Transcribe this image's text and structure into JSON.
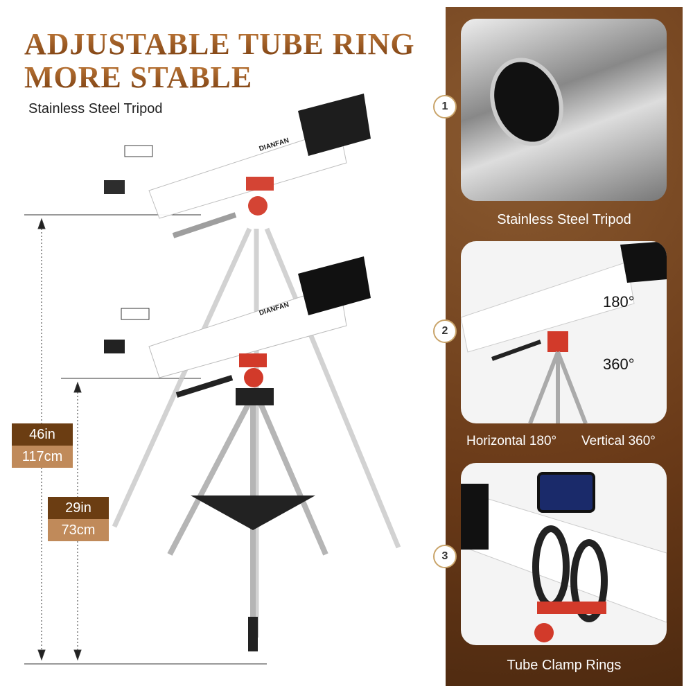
{
  "headline": {
    "line1": "ADJUSTABLE TUBE RING",
    "line2": "MORE STABLE"
  },
  "subtitle": "Stainless Steel Tripod",
  "brand": "DIANFAN",
  "dimensions": [
    {
      "inches": "46in",
      "cm": "117cm"
    },
    {
      "inches": "29in",
      "cm": "73cm"
    }
  ],
  "features": [
    {
      "number": "1",
      "caption": "Stainless Steel Tripod"
    },
    {
      "number": "2",
      "caption_left": "Horizontal 180°",
      "caption_right": "Vertical 360°",
      "angle_top": "180°",
      "angle_bottom": "360°"
    },
    {
      "number": "3",
      "caption": "Tube Clamp Rings"
    }
  ],
  "colors": {
    "accent": "#a15a22",
    "dark_brown": "#6b3d12",
    "light_brown": "#c08a5a",
    "panel": "#6a3a18"
  }
}
